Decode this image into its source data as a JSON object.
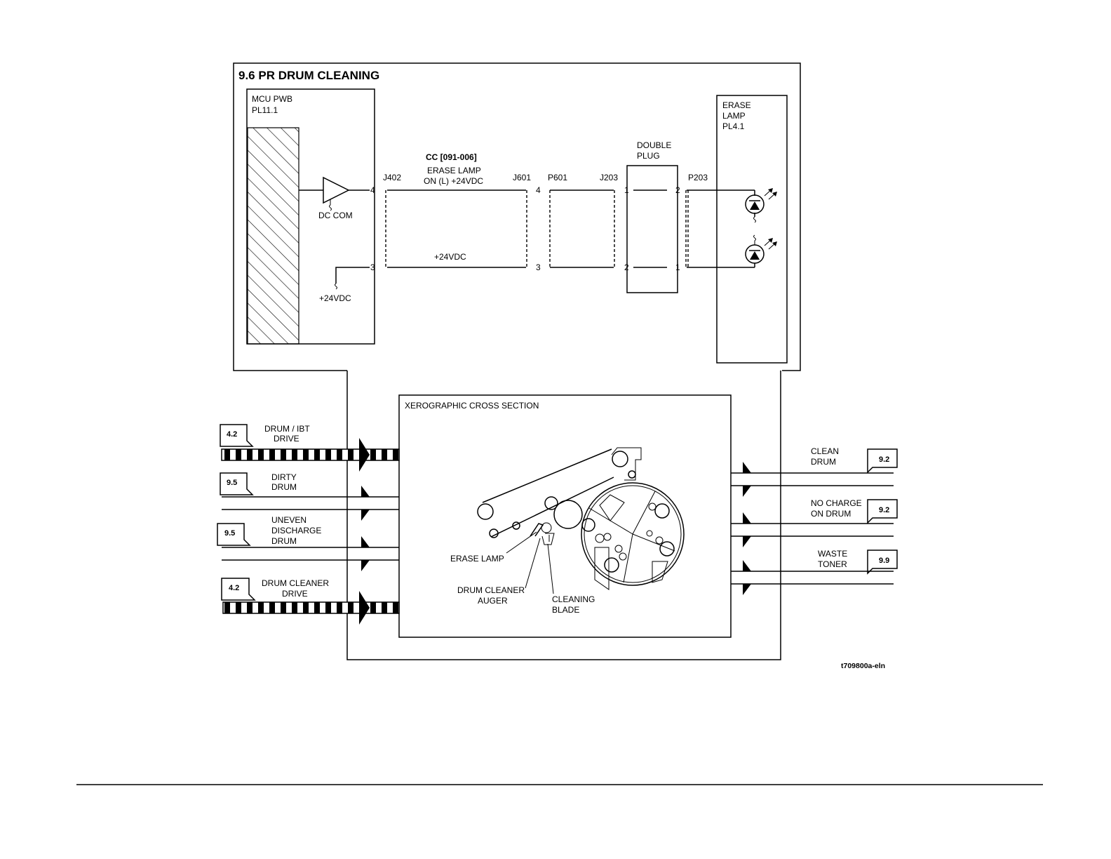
{
  "title": "9.6 PR DRUM CLEANING",
  "mcu": {
    "line1": "MCU PWB",
    "line2": "PL11.1"
  },
  "erase_lamp_module": {
    "line1": "ERASE",
    "line2": "LAMP",
    "line3": "PL4.1"
  },
  "double_plug": {
    "line1": "DOUBLE",
    "line2": "PLUG"
  },
  "signal": {
    "cc": "CC [091-006]",
    "line1": "ERASE LAMP",
    "line2": "ON (L) +24VDC",
    "lower": "+24VDC"
  },
  "connectors": {
    "j402": "J402",
    "j601": "J601",
    "p601": "P601",
    "j203": "J203",
    "p203": "P203"
  },
  "pins": {
    "a4": "4",
    "a3": "3",
    "b4": "4",
    "b3": "3",
    "c1": "1",
    "c2": "2",
    "d2": "2",
    "d1": "1"
  },
  "dc_com": "DC COM",
  "plus24": "+24VDC",
  "xero": {
    "title": "XEROGRAPHIC CROSS SECTION",
    "erase_lamp": "ERASE LAMP",
    "auger_line1": "DRUM CLEANER",
    "auger_line2": "AUGER",
    "blade_line1": "CLEANING",
    "blade_line2": "BLADE"
  },
  "inputs": [
    {
      "ref": "4.2",
      "line1": "DRUM / IBT",
      "line2": "DRIVE",
      "line3": ""
    },
    {
      "ref": "9.5",
      "line1": "DIRTY",
      "line2": "DRUM",
      "line3": ""
    },
    {
      "ref": "9.5",
      "line1": "UNEVEN",
      "line2": "DISCHARGE",
      "line3": "DRUM"
    },
    {
      "ref": "4.2",
      "line1": "DRUM CLEANER",
      "line2": "DRIVE",
      "line3": ""
    }
  ],
  "outputs": [
    {
      "ref": "9.2",
      "line1": "CLEAN",
      "line2": "DRUM"
    },
    {
      "ref": "9.2",
      "line1": "NO CHARGE",
      "line2": "ON DRUM"
    },
    {
      "ref": "9.9",
      "line1": "WASTE",
      "line2": "TONER"
    }
  ],
  "figure_id": "t709800a-eln"
}
